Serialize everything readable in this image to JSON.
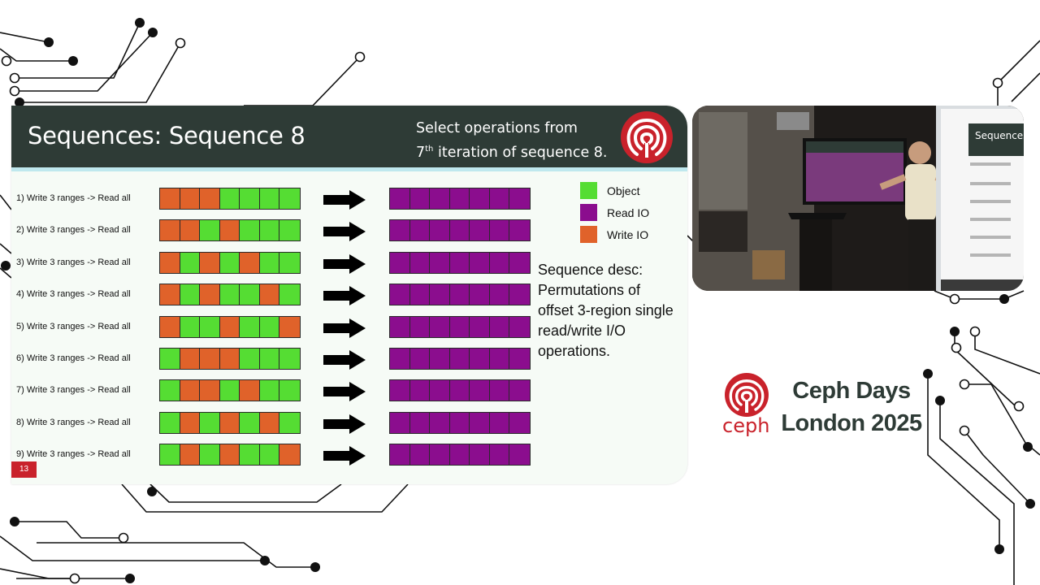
{
  "slide": {
    "title": "Sequences: Sequence 8",
    "subtitle_line1": "Select operations from",
    "subtitle_line2_prefix": "7",
    "subtitle_line2_sup": "th",
    "subtitle_line2_suffix": " iteration of sequence 8.",
    "page_number": "13",
    "sequence_description": "Sequence desc: Permutations of offset 3-region single read/write I/O operations.",
    "legend": [
      {
        "label": "Object",
        "color": "#55dd33"
      },
      {
        "label": "Read IO",
        "color": "#8b0d8e"
      },
      {
        "label": "Write IO",
        "color": "#e0622a"
      }
    ],
    "colors": {
      "object": "#55dd33",
      "read": "#8b0d8e",
      "write": "#e0622a",
      "header": "#2e3b36",
      "accent_red": "#c9222b"
    },
    "rows": [
      {
        "label": "1) Write 3 ranges -> Read all",
        "pattern": "WWWOOOO"
      },
      {
        "label": "2) Write 3 ranges -> Read all",
        "pattern": "WWOWOOO"
      },
      {
        "label": "3) Write 3 ranges -> Read all",
        "pattern": "WOWOWOO"
      },
      {
        "label": "4) Write 3 ranges -> Read all",
        "pattern": "WOWOOWO"
      },
      {
        "label": "5) Write 3 ranges -> Read all",
        "pattern": "WOOWOOW"
      },
      {
        "label": "6) Write 3 ranges -> Read all",
        "pattern": "OWWWOOO"
      },
      {
        "label": "7) Write 3 ranges -> Read all",
        "pattern": "OWWOWOO"
      },
      {
        "label": "8) Write 3 ranges -> Read all",
        "pattern": "OWOWOWO"
      },
      {
        "label": "9) Write 3 ranges -> Read all",
        "pattern": "OWOWOOW"
      }
    ]
  },
  "video": {
    "screen_title": "Sequences:"
  },
  "event": {
    "logo_text": "ceph",
    "name_line1": "Ceph Days",
    "name_line2": "London 2025"
  }
}
